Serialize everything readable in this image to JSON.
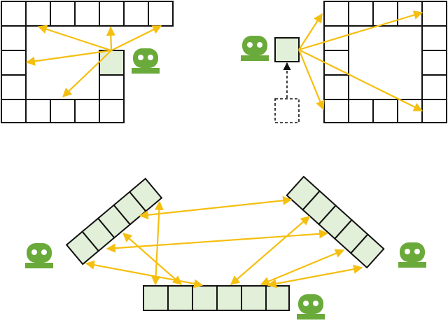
{
  "colors": {
    "arrow": "#f5bf10",
    "robot": "#6aaa3a",
    "cell_outline": "#111111",
    "cell_active_fill": "#e2efd9",
    "cell_empty_fill": "#ffffff",
    "background": "#ffffff"
  },
  "icons": {
    "robot": "robot-icon",
    "arrow": "arrow-icon"
  },
  "panels": [
    {
      "id": "l-shaped-grid",
      "cells": 16,
      "highlighted_cells": 1,
      "robots": 1,
      "arrows": 5
    },
    {
      "id": "ring-grid",
      "cells": 20,
      "highlighted_cells": 0,
      "robots": 1,
      "arrows": 4,
      "moved_cell": true
    },
    {
      "id": "segment-layout",
      "segments": 3,
      "cells_per_segment": [
        5,
        5,
        6
      ],
      "robots": 3,
      "arrows": 10
    }
  ]
}
